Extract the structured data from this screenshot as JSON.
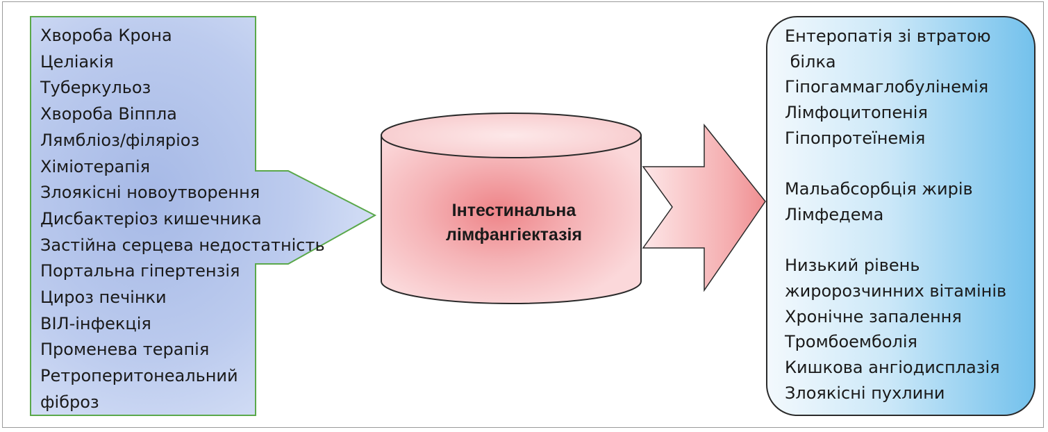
{
  "causes": [
    "Хвороба Крона",
    "Целіакія",
    "Туберкульоз",
    "Хвороба Віппла",
    "Лямбліоз/філяріоз",
    "Хіміотерапія",
    "Злоякісні новоутворення",
    "Дисбактеріоз кишечника",
    "Застійна серцева недостатність",
    "Портальна гіпертензія",
    "Цироз печінки",
    "ВІЛ-інфекція",
    "Променева терапія",
    "Ретроперитонеальний",
    "фіброз"
  ],
  "center": {
    "line1": "Інтестинальна",
    "line2": "лімфангіектазія"
  },
  "effects": [
    "Ентеропатія зі втратою",
    " білка",
    "Гіпогаммаглобулінемія",
    "Лімфоцитопенія",
    "Гіпопротеїнемія",
    "",
    "Мальабсорбція жирів",
    "Лімфедема",
    "",
    "Низький рівень",
    "жиророзчинних вітамінів",
    "Хронічне запалення",
    "Тромбоемболія",
    "Кишкова ангіодисплазія",
    "Злоякісні пухлини"
  ],
  "colors": {
    "arrow_left_border": "#5aa84a",
    "arrow_left_fill": "#a9bde6",
    "cylinder_fill": "#f2a0a4",
    "cylinder_border": "#2a2a2a",
    "arrow_right_fill": "#f2a8aa",
    "effects_box_fill": "#8ccbef",
    "effects_box_border": "#2a2a2a"
  }
}
